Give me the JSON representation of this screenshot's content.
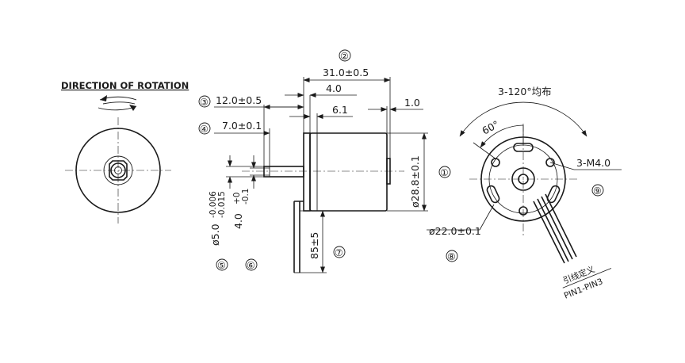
{
  "views": {
    "rotation_title": "DIRECTION OF ROTATION"
  },
  "dimensions": {
    "d_31": "31.0±0.5",
    "d_4": "4.0",
    "d_12": "12.0±0.5",
    "d_61": "6.1",
    "d_10": "1.0",
    "d_7": "7.0±0.1",
    "d_288": "ø28.8±0.1",
    "d_shaft": "ø5.0",
    "d_shaft_tol_top": "-0.006",
    "d_shaft_tol_bot": "-0.015",
    "d_flat": "4.0",
    "d_flat_tol_top": "+0",
    "d_flat_tol_bot": "-0.1",
    "d_85": "85±5",
    "d_22": "ø22.0±0.1",
    "d_m4": "3-M4.0",
    "d_120": "3-120°均布",
    "d_60": "60°"
  },
  "callouts": {
    "c1": "①",
    "c2": "②",
    "c3": "③",
    "c4": "④",
    "c5": "⑤",
    "c6": "⑥",
    "c7": "⑦",
    "c8": "⑧",
    "c9": "⑨"
  },
  "wire_label": {
    "line1": "引线定义",
    "line2": "PIN1-PIN3"
  }
}
